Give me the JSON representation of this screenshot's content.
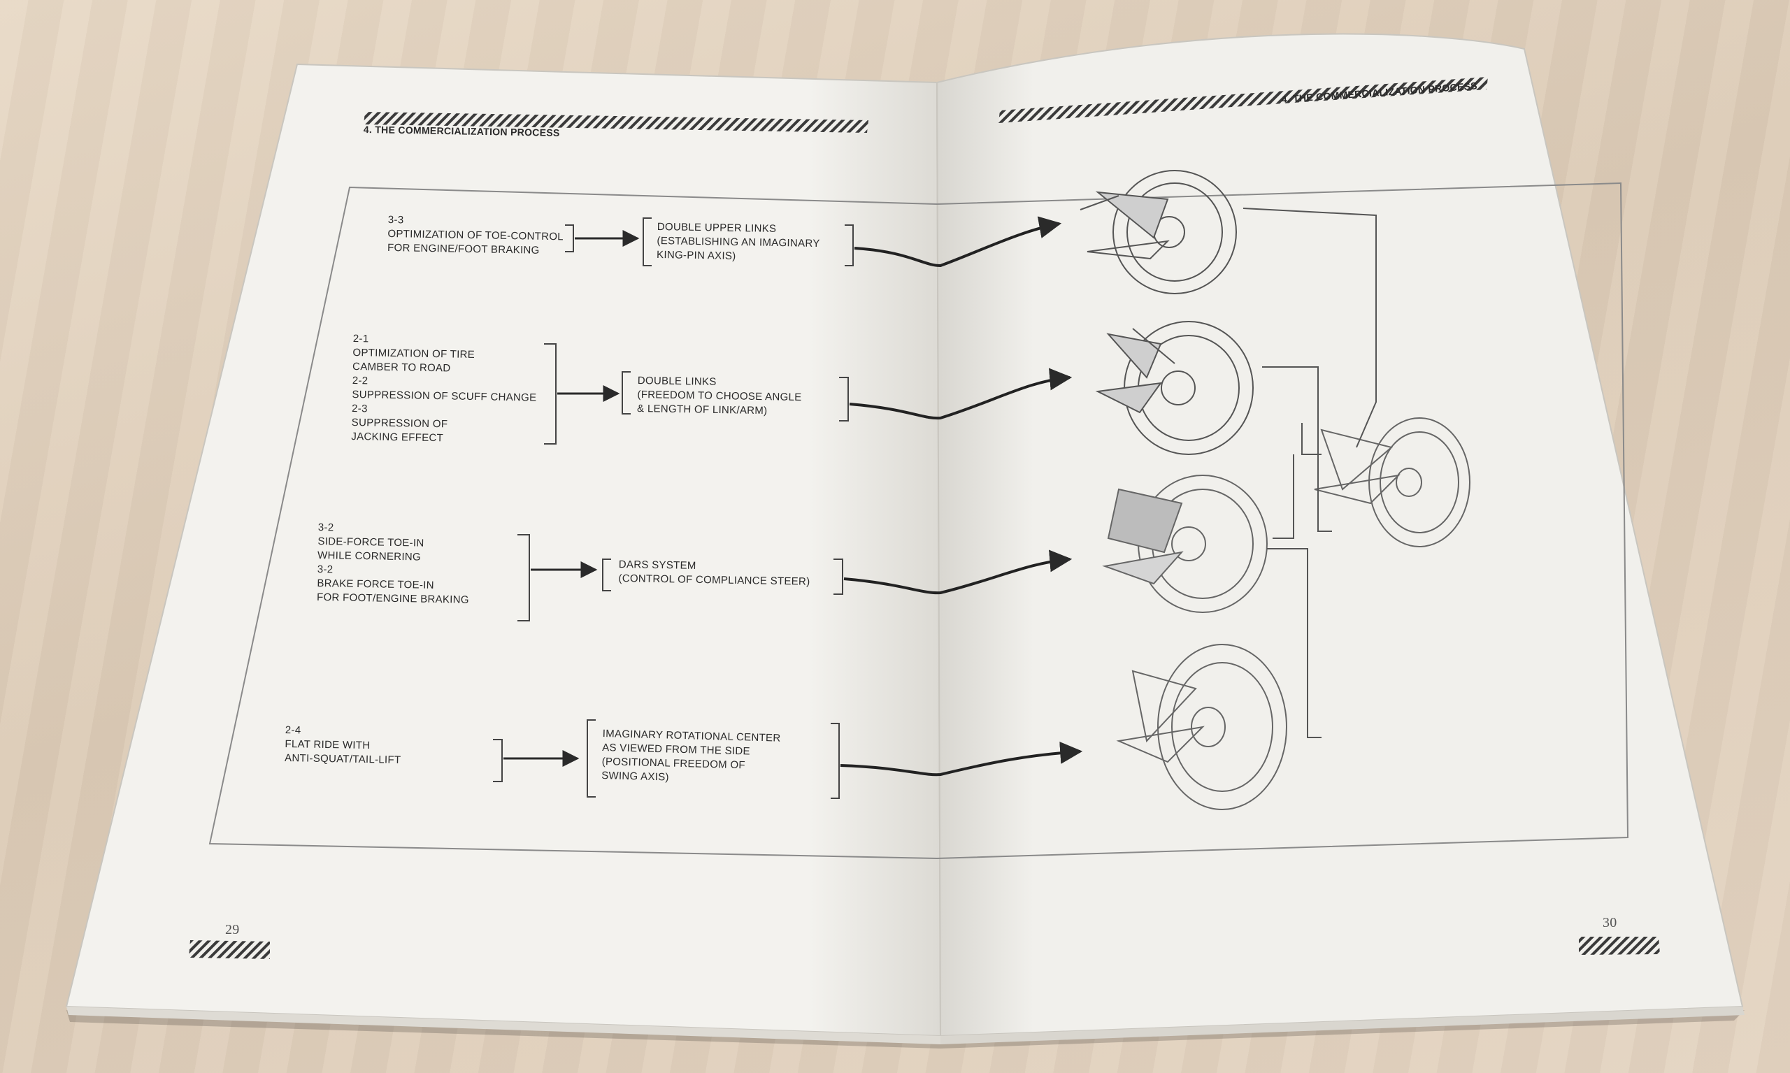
{
  "left_page": {
    "header": "4. THE COMMERCIALIZATION PROCESS",
    "page_number": "29",
    "requirements": [
      {
        "lines": [
          "3-3",
          "OPTIMIZATION OF TOE-CONTROL",
          "FOR ENGINE/FOOT BRAKING"
        ]
      },
      {
        "lines": [
          "2-1",
          "OPTIMIZATION OF TIRE",
          "CAMBER TO ROAD",
          "2-2",
          "SUPPRESSION OF SCUFF CHANGE",
          "2-3",
          "SUPPRESSION OF",
          "JACKING EFFECT"
        ]
      },
      {
        "lines": [
          "3-2",
          "SIDE-FORCE TOE-IN",
          "WHILE CORNERING",
          "3-2",
          "BRAKE FORCE TOE-IN",
          "FOR FOOT/ENGINE BRAKING"
        ]
      },
      {
        "lines": [
          "2-4",
          "FLAT RIDE WITH",
          "ANTI-SQUAT/TAIL-LIFT"
        ]
      }
    ],
    "solutions": [
      {
        "lines": [
          "DOUBLE UPPER LINKS",
          "(ESTABLISHING AN IMAGINARY",
          "KING-PIN AXIS)"
        ]
      },
      {
        "lines": [
          "DOUBLE LINKS",
          "(FREEDOM TO CHOOSE ANGLE",
          "& LENGTH OF LINK/ARM)"
        ]
      },
      {
        "lines": [
          "DARS SYSTEM",
          "(CONTROL OF COMPLIANCE STEER)"
        ]
      },
      {
        "lines": [
          "IMAGINARY ROTATIONAL CENTER",
          "AS VIEWED FROM THE SIDE",
          "(POSITIONAL FREEDOM OF",
          "SWING AXIS)"
        ]
      }
    ]
  },
  "right_page": {
    "header": "4. THE COMMERCIALIZATION PROCESS",
    "page_number": "30"
  },
  "colors": {
    "paper": "#f1f0ec",
    "ink": "#2a2a2a",
    "table": "#e2d2bf"
  }
}
